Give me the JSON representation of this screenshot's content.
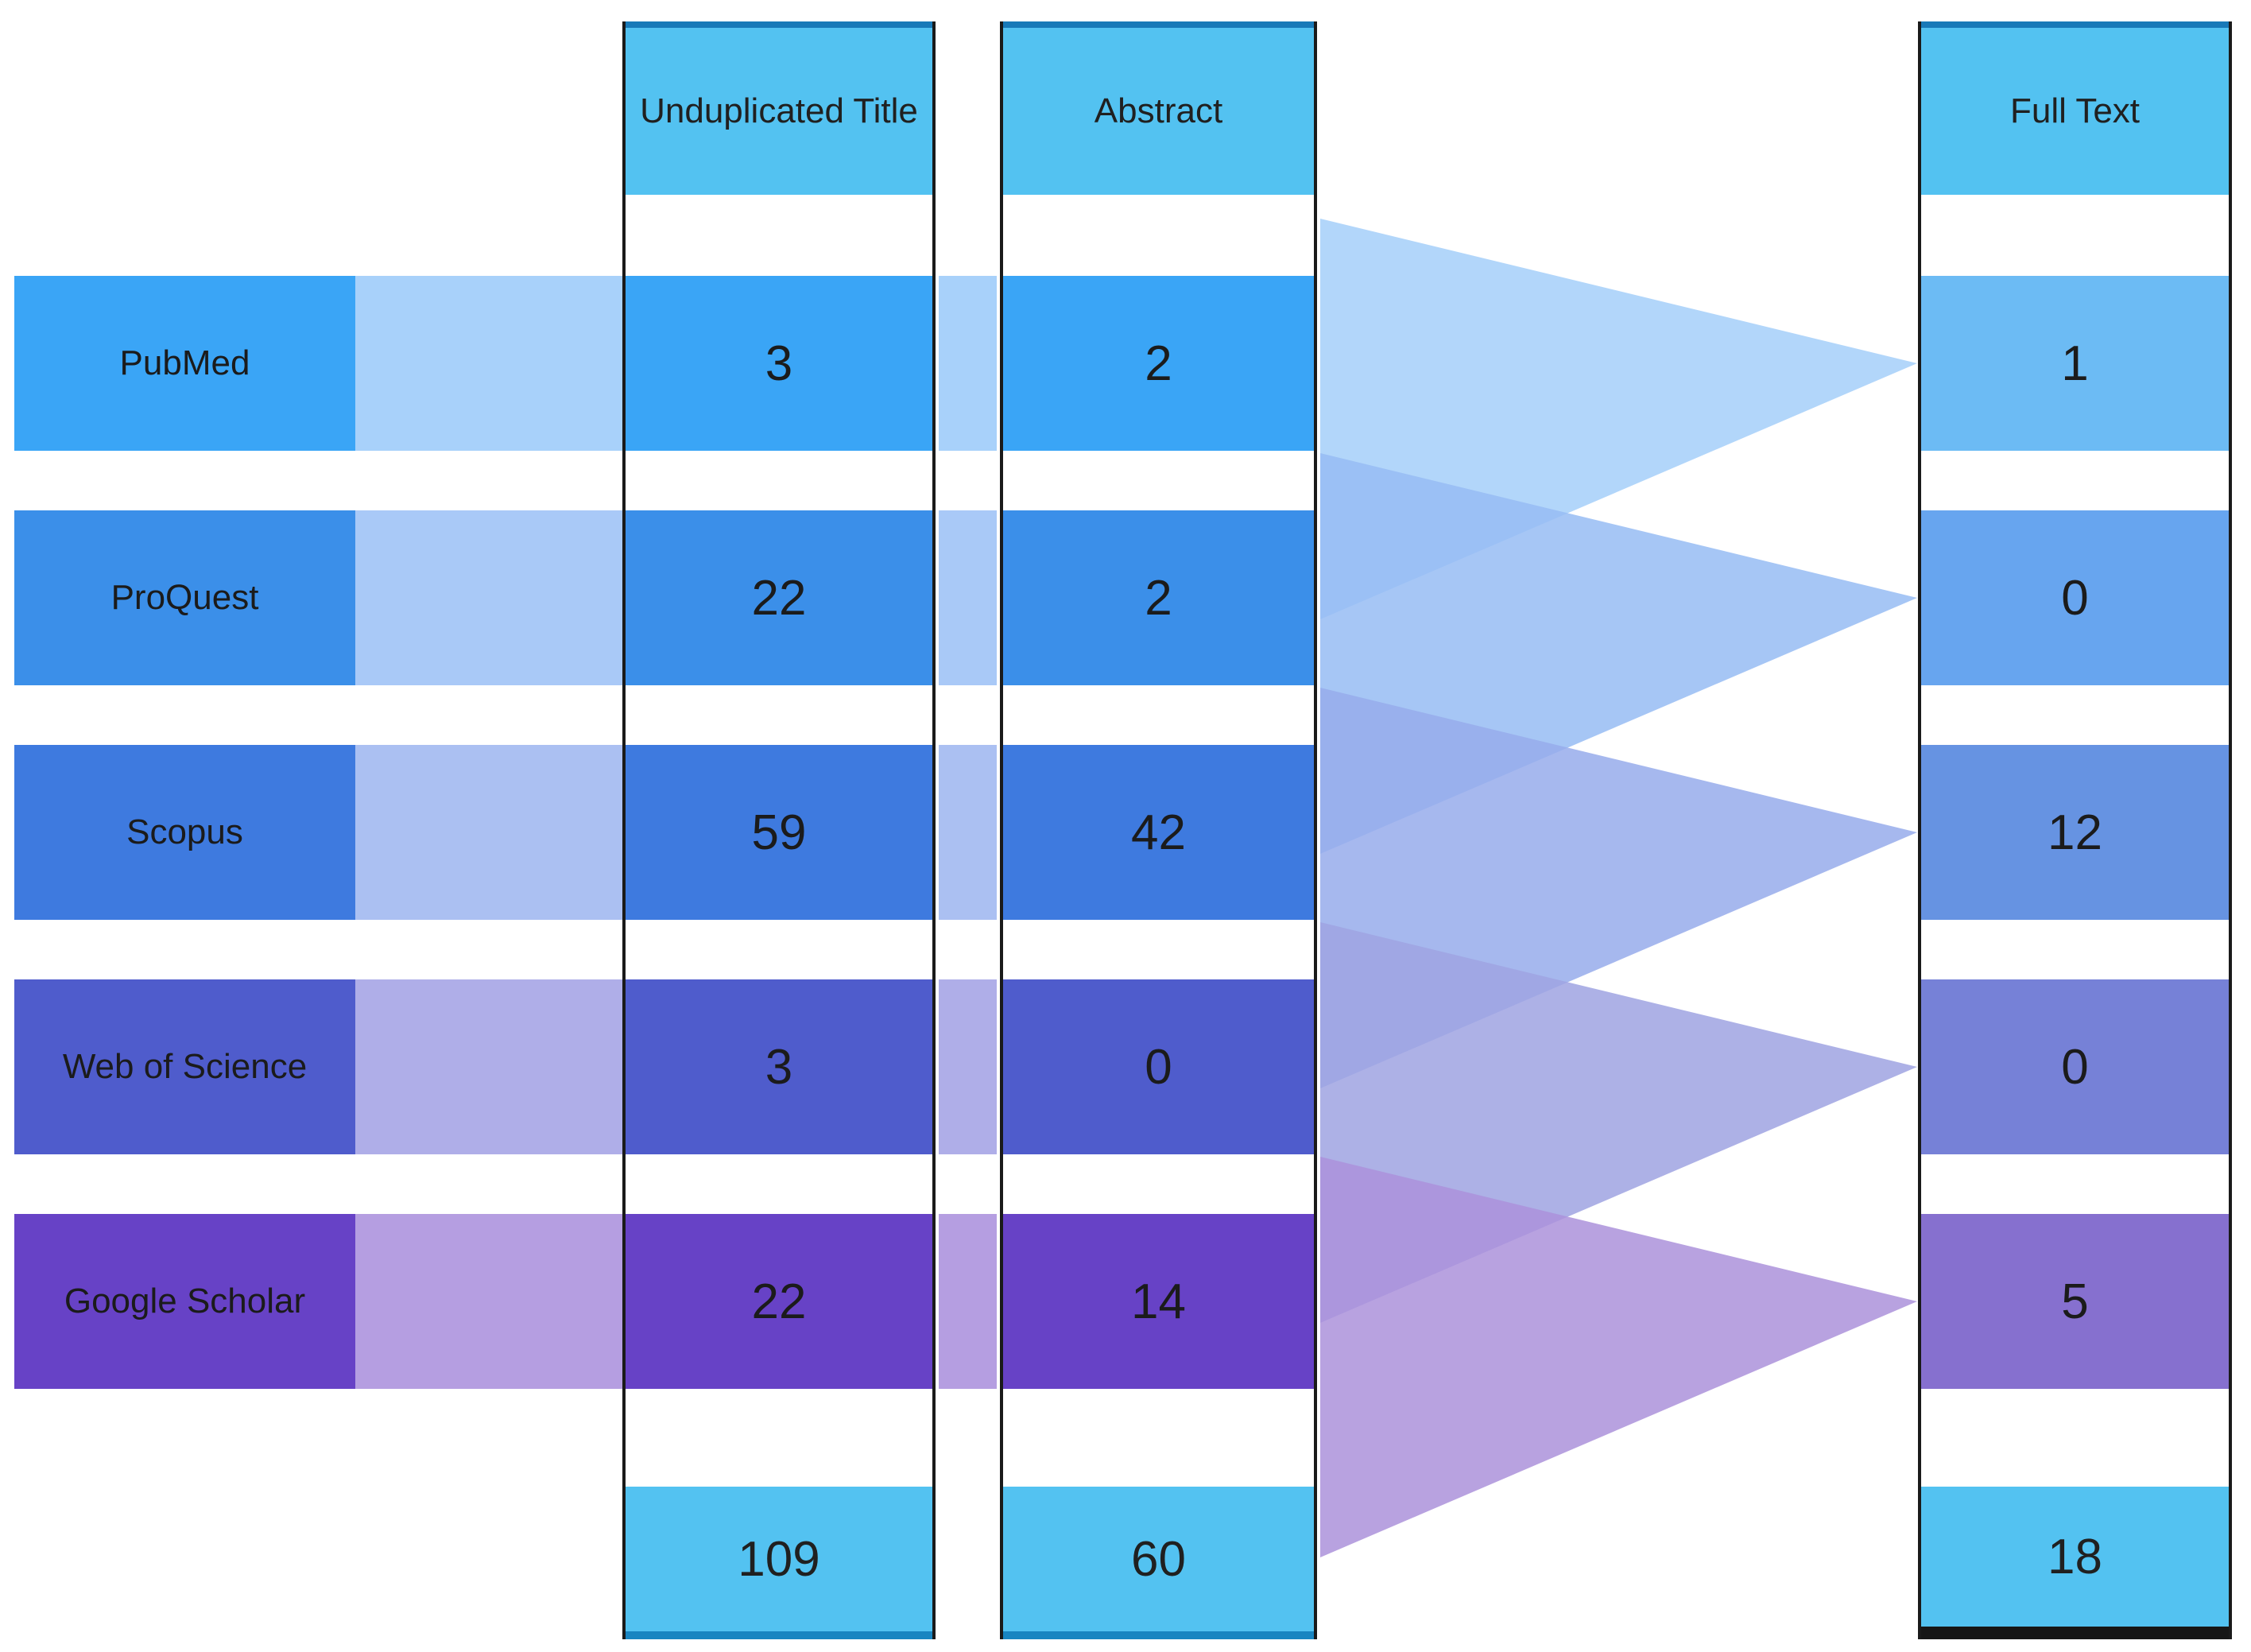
{
  "diagram": {
    "columns": [
      {
        "id": "unduplicated-title",
        "header": "Unduplicated Title",
        "total": "109"
      },
      {
        "id": "abstract",
        "header": "Abstract",
        "total": "60"
      },
      {
        "id": "full-text",
        "header": "Full Text",
        "total": "18"
      }
    ],
    "rows": [
      {
        "label": "PubMed",
        "unduplicated_title": "3",
        "abstract": "2",
        "full_text": "1",
        "color": "#3AA5F6",
        "light_color": "#A8D1FA",
        "full_text_color": "#6CBBF4",
        "flow_color": "#A5CFF9"
      },
      {
        "label": "ProQuest",
        "unduplicated_title": "22",
        "abstract": "2",
        "full_text": "0",
        "color": "#3B8FE9",
        "light_color": "#A9C9F7",
        "full_text_color": "#67A5EF",
        "flow_color": "#96BCF3"
      },
      {
        "label": "Scopus",
        "unduplicated_title": "59",
        "abstract": "42",
        "full_text": "12",
        "color": "#3E7ADF",
        "light_color": "#ABC0F2",
        "full_text_color": "#6693E2",
        "flow_color": "#97ACEB"
      },
      {
        "label": "Web of Science",
        "unduplicated_title": "3",
        "abstract": "0",
        "full_text": "0",
        "color": "#4F5CCC",
        "light_color": "#AFAEE8",
        "full_text_color": "#7681D7",
        "flow_color": "#9FA3E2"
      },
      {
        "label": "Google Scholar",
        "unduplicated_title": "22",
        "abstract": "14",
        "full_text": "5",
        "color": "#6742C6",
        "light_color": "#B59EE1",
        "full_text_color": "#8670CF",
        "flow_color": "#AC92DB"
      }
    ],
    "style_colors": {
      "header_fill": "#53C2F1",
      "header_top_border": "#1879B8",
      "total_bottom_border": "#1985C1",
      "column_border": "#1A1A1A",
      "background": "#FFFFFF"
    }
  }
}
